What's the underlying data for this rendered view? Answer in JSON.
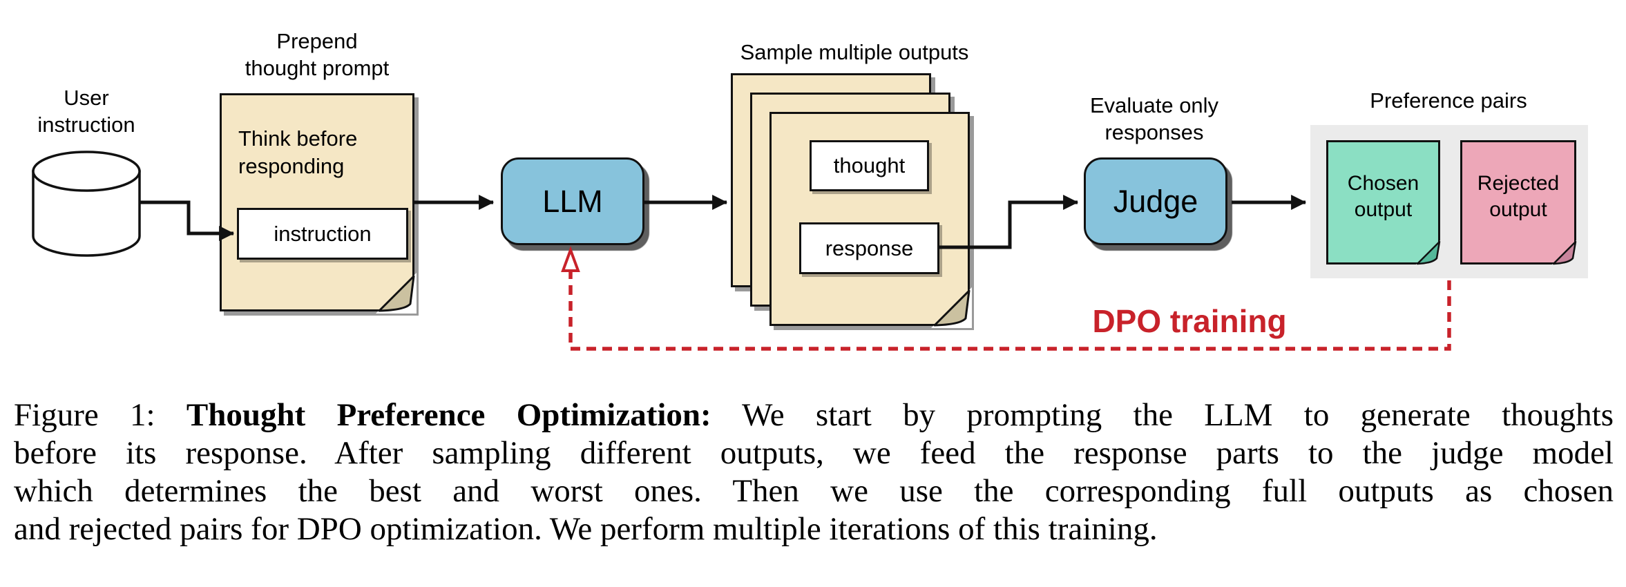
{
  "labels": {
    "user_instruction": "User\ninstruction",
    "prepend_thought_prompt": "Prepend\nthought prompt",
    "sample_multiple_outputs": "Sample multiple outputs",
    "evaluate_only_responses": "Evaluate only\nresponses",
    "preference_pairs": "Preference pairs",
    "dpo_training": "DPO training"
  },
  "nodes": {
    "llm": "LLM",
    "judge": "Judge"
  },
  "prompt_document": {
    "think_text": "Think before\nresponding",
    "instruction_box": "instruction"
  },
  "output_document": {
    "thought_box": "thought",
    "response_box": "response"
  },
  "preference_pairs": {
    "chosen": "Chosen\noutput",
    "rejected": "Rejected\noutput"
  },
  "caption": {
    "figure_prefix": "Figure 1: ",
    "bold_title": "Thought Preference Optimization:",
    "line1_rest": " We start by prompting the LLM to generate thoughts",
    "line2": "before its response. After sampling different outputs, we feed the response parts to the judge model",
    "line3": "which determines the best and worst ones. Then we use the corresponding full outputs as chosen",
    "line4": "and rejected pairs for DPO optimization. We perform multiple iterations of this training."
  },
  "colors": {
    "tan": "#f5e7c5",
    "tan_fold": "#cbc1a0",
    "blue": "#87c3dc",
    "green": "#8bdfc3",
    "green_fold": "#55b89a",
    "pink": "#eda7b8",
    "pink_fold": "#c9849c",
    "panel_gray": "#ebebeb",
    "red": "#c8222a"
  }
}
